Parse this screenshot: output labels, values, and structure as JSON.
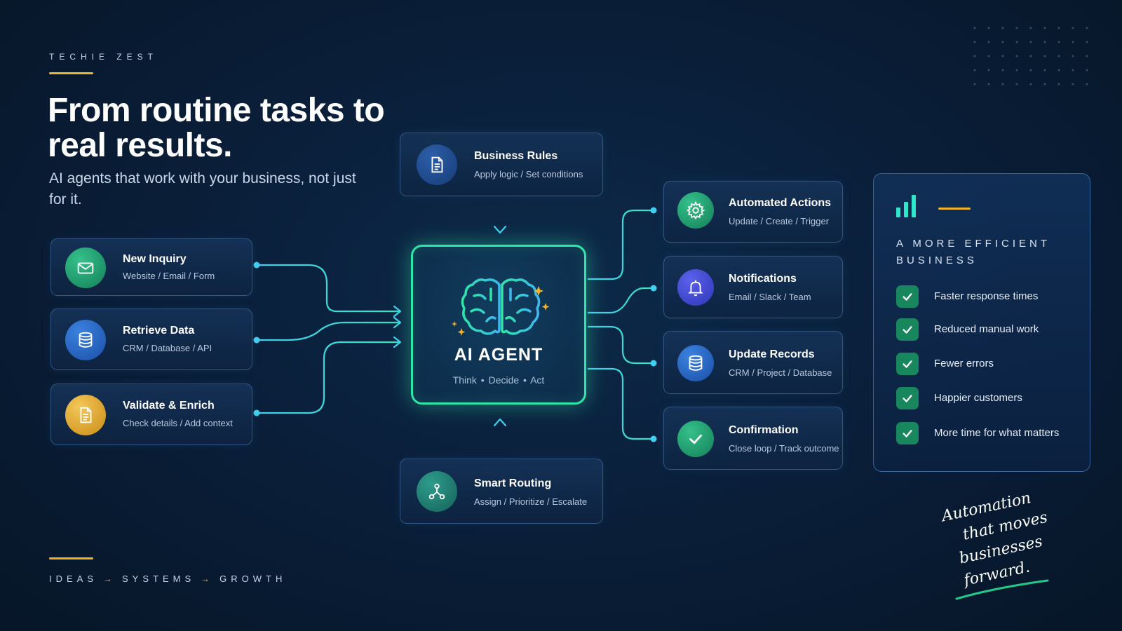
{
  "brand": "TECHIE ZEST",
  "headline": "From routine tasks to real results.",
  "subheadline": "AI agents that work with your business, not just for it.",
  "inputs": [
    {
      "title": "New Inquiry",
      "subtitle": "Website / Email / Form",
      "icon": "envelope-icon",
      "color": "#1f9e6e"
    },
    {
      "title": "Retrieve Data",
      "subtitle": "CRM / Database / API",
      "icon": "database-icon",
      "color": "#2563c6"
    },
    {
      "title": "Validate & Enrich",
      "subtitle": "Check details / Add context",
      "icon": "document-icon",
      "color": "#e0a52a"
    }
  ],
  "top_card": {
    "title": "Business Rules",
    "subtitle": "Apply logic / Set conditions",
    "icon": "document-icon"
  },
  "bottom_card": {
    "title": "Smart Routing",
    "subtitle": "Assign / Prioritize / Escalate",
    "icon": "routing-icon"
  },
  "agent": {
    "title": "AI AGENT",
    "subtitle": "Think • Decide • Act",
    "icon": "brain-icon",
    "accent": "#2ee6a8"
  },
  "outputs": [
    {
      "title": "Automated Actions",
      "subtitle": "Update / Create / Trigger",
      "icon": "gear-icon",
      "color": "#1f9e6e"
    },
    {
      "title": "Notifications",
      "subtitle": "Email / Slack / Team",
      "icon": "bell-icon",
      "color": "#4a50d8"
    },
    {
      "title": "Update Records",
      "subtitle": "CRM / Project / Database",
      "icon": "database-icon",
      "color": "#2563c6"
    },
    {
      "title": "Confirmation",
      "subtitle": "Close loop / Track outcome",
      "icon": "check-icon",
      "color": "#1f9e6e"
    }
  ],
  "benefits": {
    "title": "A MORE EFFICIENT BUSINESS",
    "icon": "bar-chart-icon",
    "items": [
      "Faster response times",
      "Reduced manual work",
      "Fewer errors",
      "Happier customers",
      "More time for what matters"
    ]
  },
  "footer": {
    "steps": [
      "IDEAS",
      "SYSTEMS",
      "GROWTH"
    ],
    "arrow": "→"
  },
  "tagline": [
    "Automation",
    "that moves",
    "businesses forward."
  ],
  "colors": {
    "connector": "#3fd0f0",
    "accent_gold": "#f0b429",
    "check": "#19875e"
  }
}
